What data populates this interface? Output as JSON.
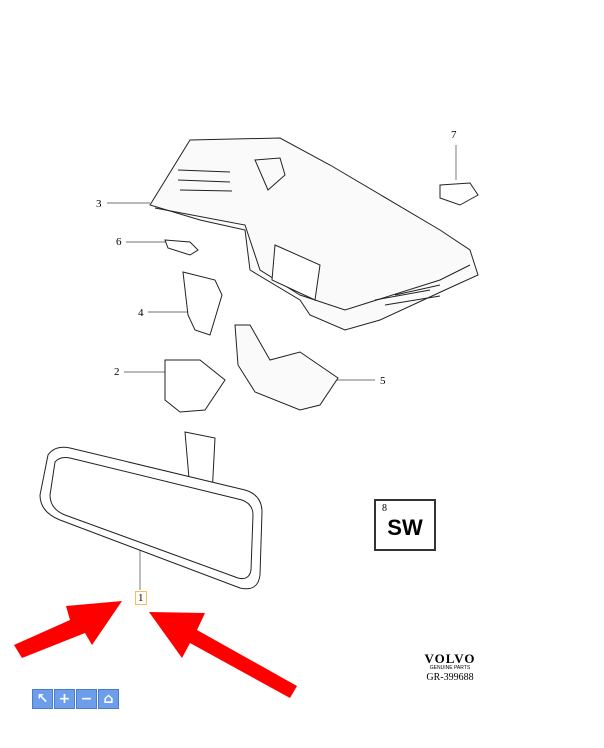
{
  "callouts": [
    "1",
    "2",
    "3",
    "4",
    "5",
    "6",
    "7"
  ],
  "sw_box": {
    "number": "8",
    "text": "SW"
  },
  "logo": {
    "brand": "VOLVO",
    "subtitle": "GENUINE PARTS",
    "code": "GR-399688"
  },
  "toolbar": [
    {
      "icon": "pointer-icon",
      "label": "↖"
    },
    {
      "icon": "zoom-in-icon",
      "label": "+"
    },
    {
      "icon": "zoom-out-icon",
      "label": "−"
    },
    {
      "icon": "home-icon",
      "label": "⌂"
    }
  ],
  "colors": {
    "arrow": "#ff0000",
    "toolbar": "#6d9eeb"
  }
}
